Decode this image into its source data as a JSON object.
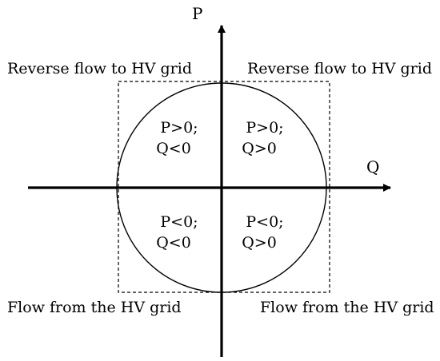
{
  "axes": {
    "horizontal_label": "Q",
    "vertical_label": "P"
  },
  "regions": {
    "top_left": "Reverse flow to HV grid",
    "top_right": "Reverse flow to HV grid",
    "bottom_left": "Flow from the HV grid",
    "bottom_right": "Flow from the HV grid"
  },
  "quadrants": {
    "q2": {
      "line1": "P>0;",
      "line2": "Q<0"
    },
    "q1": {
      "line1": "P>0;",
      "line2": "Q>0"
    },
    "q3": {
      "line1": "P<0;",
      "line2": "Q<0"
    },
    "q4": {
      "line1": "P<0;",
      "line2": "Q>0"
    }
  },
  "colors": {
    "stroke": "#000000",
    "background": "#ffffff"
  }
}
